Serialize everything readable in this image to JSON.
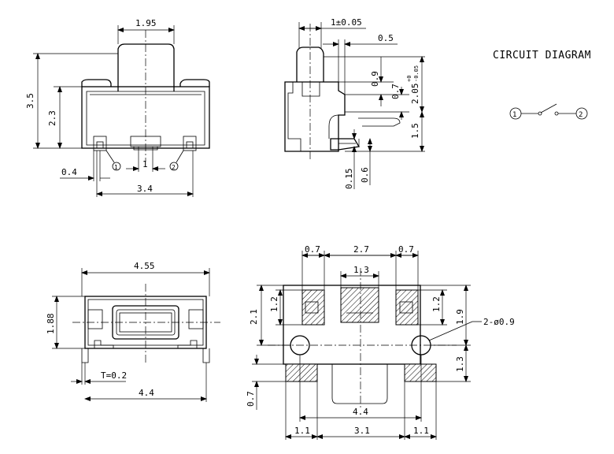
{
  "circuit": {
    "title": "CIRCUIT DIAGRAM",
    "terminal_1": "1",
    "terminal_2": "2"
  },
  "top_left_view": {
    "dim_width_actuator": "1.95",
    "dim_total_height": "3.5",
    "dim_body_height": "2.3",
    "dim_pin_width": "0.4",
    "dim_pin_gap": "1",
    "dim_pitch": "3.4",
    "pin_1": "1",
    "pin_2": "2"
  },
  "side_view": {
    "dim_tolerance": "1±0.05",
    "dim_top": "0.5",
    "dim_a": "0.9",
    "dim_b": "0.7",
    "dim_c_main": "2.05",
    "dim_c_tol_upper": "+0",
    "dim_c_tol_lower": "-0.05",
    "dim_d": "1.5",
    "dim_e": "0.15",
    "dim_f": "0.6"
  },
  "bottom_left_view": {
    "dim_width": "4.55",
    "dim_height": "1.88",
    "dim_thickness": "T=0.2",
    "dim_span": "4.4"
  },
  "pcb_layout": {
    "dim_left_pad": "0.7",
    "dim_mid": "2.7",
    "dim_right_pad": "0.7",
    "dim_center_pad": "1.3",
    "dim_left_height": "1.2",
    "dim_total_height": "2.1",
    "dim_right_inner": "1.2",
    "dim_right_outer": "1.9",
    "dim_hole_label": "2-ø0.9",
    "dim_lower_pad": "1.3",
    "dim_bottom_pad": "0.7",
    "dim_span": "4.4",
    "dim_left_bottom": "1.1",
    "dim_center_bottom": "3.1",
    "dim_right_bottom": "1.1"
  }
}
